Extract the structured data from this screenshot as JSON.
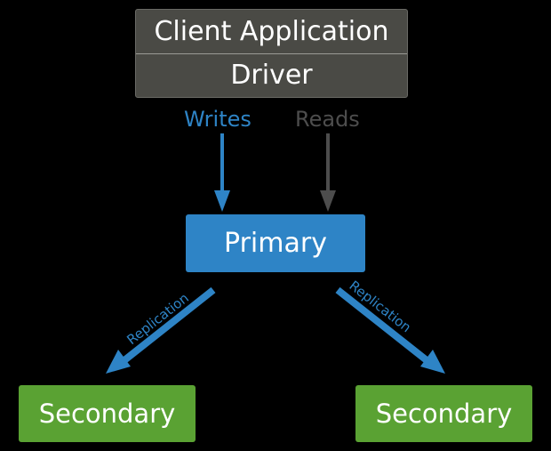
{
  "client": {
    "app_label": "Client Application",
    "driver_label": "Driver"
  },
  "flows": {
    "writes_label": "Writes",
    "reads_label": "Reads",
    "replication_label": "Replication"
  },
  "nodes": {
    "primary_label": "Primary",
    "secondary_label": "Secondary"
  },
  "colors": {
    "background": "#000000",
    "client_box": "#4a4a45",
    "primary": "#2e84c6",
    "secondary": "#5aa233",
    "reads": "#4d4d4d"
  }
}
